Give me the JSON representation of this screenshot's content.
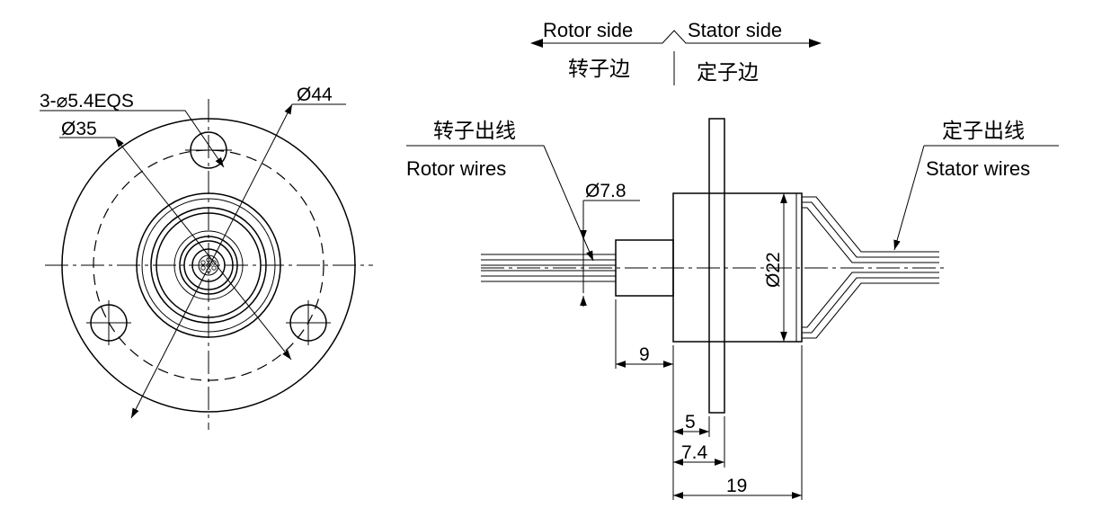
{
  "front_view": {
    "hole_callout": "3-⌀5.4EQS",
    "pcd_label": "Ø35",
    "flange_od_label": "Ø44"
  },
  "side_view": {
    "rotor_side_en": "Rotor side",
    "rotor_side_cn": "转子边",
    "stator_side_en": "Stator side",
    "stator_side_cn": "定子边",
    "rotor_wires_cn": "转子出线",
    "rotor_wires_en": "Rotor wires",
    "stator_wires_cn": "定子出线",
    "stator_wires_en": "Stator wires",
    "dim_shaft_dia": "Ø7.8",
    "dim_body_dia": "Ø22",
    "dim_shaft_len": "9",
    "dim_flange_pos": "5",
    "dim_flange_back": "7.4",
    "dim_total_len": "19"
  }
}
